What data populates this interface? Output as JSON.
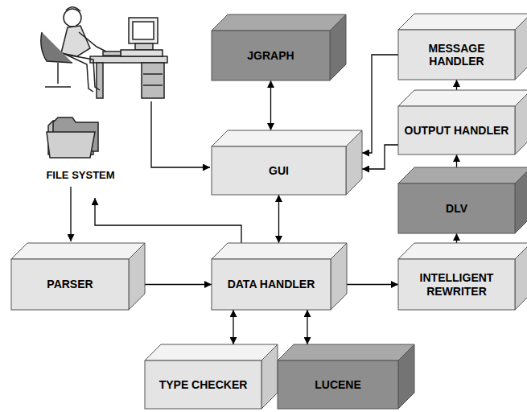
{
  "diagram": {
    "nodes": [
      {
        "text": [
          "JGRAPH"
        ]
      },
      {
        "text": [
          "MESSAGE HANDLER"
        ]
      },
      {
        "text": [
          "GUI"
        ]
      },
      {
        "text": [
          "OUTPUT HANDLER"
        ]
      },
      {
        "text": [
          "DLV"
        ]
      },
      {
        "text": [
          "PARSER"
        ]
      },
      {
        "text": [
          "DATA HANDLER"
        ]
      },
      {
        "text": [
          "INTELLIGENT REWRITER"
        ]
      },
      {
        "text": [
          "TYPE CHECKER"
        ]
      },
      {
        "text": [
          "LUCENE"
        ]
      }
    ],
    "edges": [
      {
        "from": 0,
        "to": 2,
        "arrow": "both"
      },
      {
        "from": 2,
        "to": 6,
        "arrow": "both"
      },
      {
        "from": 1,
        "to": 2,
        "arrow": "to"
      },
      {
        "from": 3,
        "to": 2,
        "arrow": "to"
      },
      {
        "from": 3,
        "to": 1,
        "arrow": "to"
      },
      {
        "from": 4,
        "to": 3,
        "arrow": "to"
      },
      {
        "from": 7,
        "to": 4,
        "arrow": "to"
      },
      {
        "from": 5,
        "to": 6,
        "arrow": "to"
      },
      {
        "from": 6,
        "to": 7,
        "arrow": "to"
      },
      {
        "from": 6,
        "to": 8,
        "arrow": "both"
      },
      {
        "from": 6,
        "to": 9,
        "arrow": "both"
      }
    ],
    "labels": [
      "FILE SYSTEM"
    ]
  }
}
